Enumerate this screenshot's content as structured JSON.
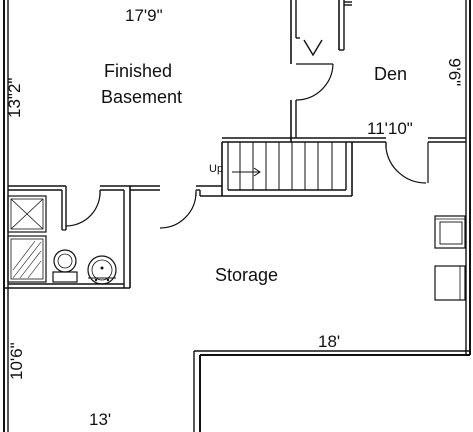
{
  "rooms": {
    "finished_basement_line1": "Finished",
    "finished_basement_line2": "Basement",
    "den": "Den",
    "storage": "Storage"
  },
  "dimensions": {
    "basement_width": "17'9\"",
    "basement_depth": "13\"2\"",
    "den_width": "11'10\"",
    "den_depth": "9'6\"",
    "storage_width": "18'",
    "storage_depth": "10'6\"",
    "bottom_width": "13'"
  },
  "stairs": {
    "direction_label": "Up"
  },
  "fixtures": [
    "shower-icon",
    "toilet-icon",
    "sink-icon",
    "washer-icon",
    "dryer-icon"
  ]
}
